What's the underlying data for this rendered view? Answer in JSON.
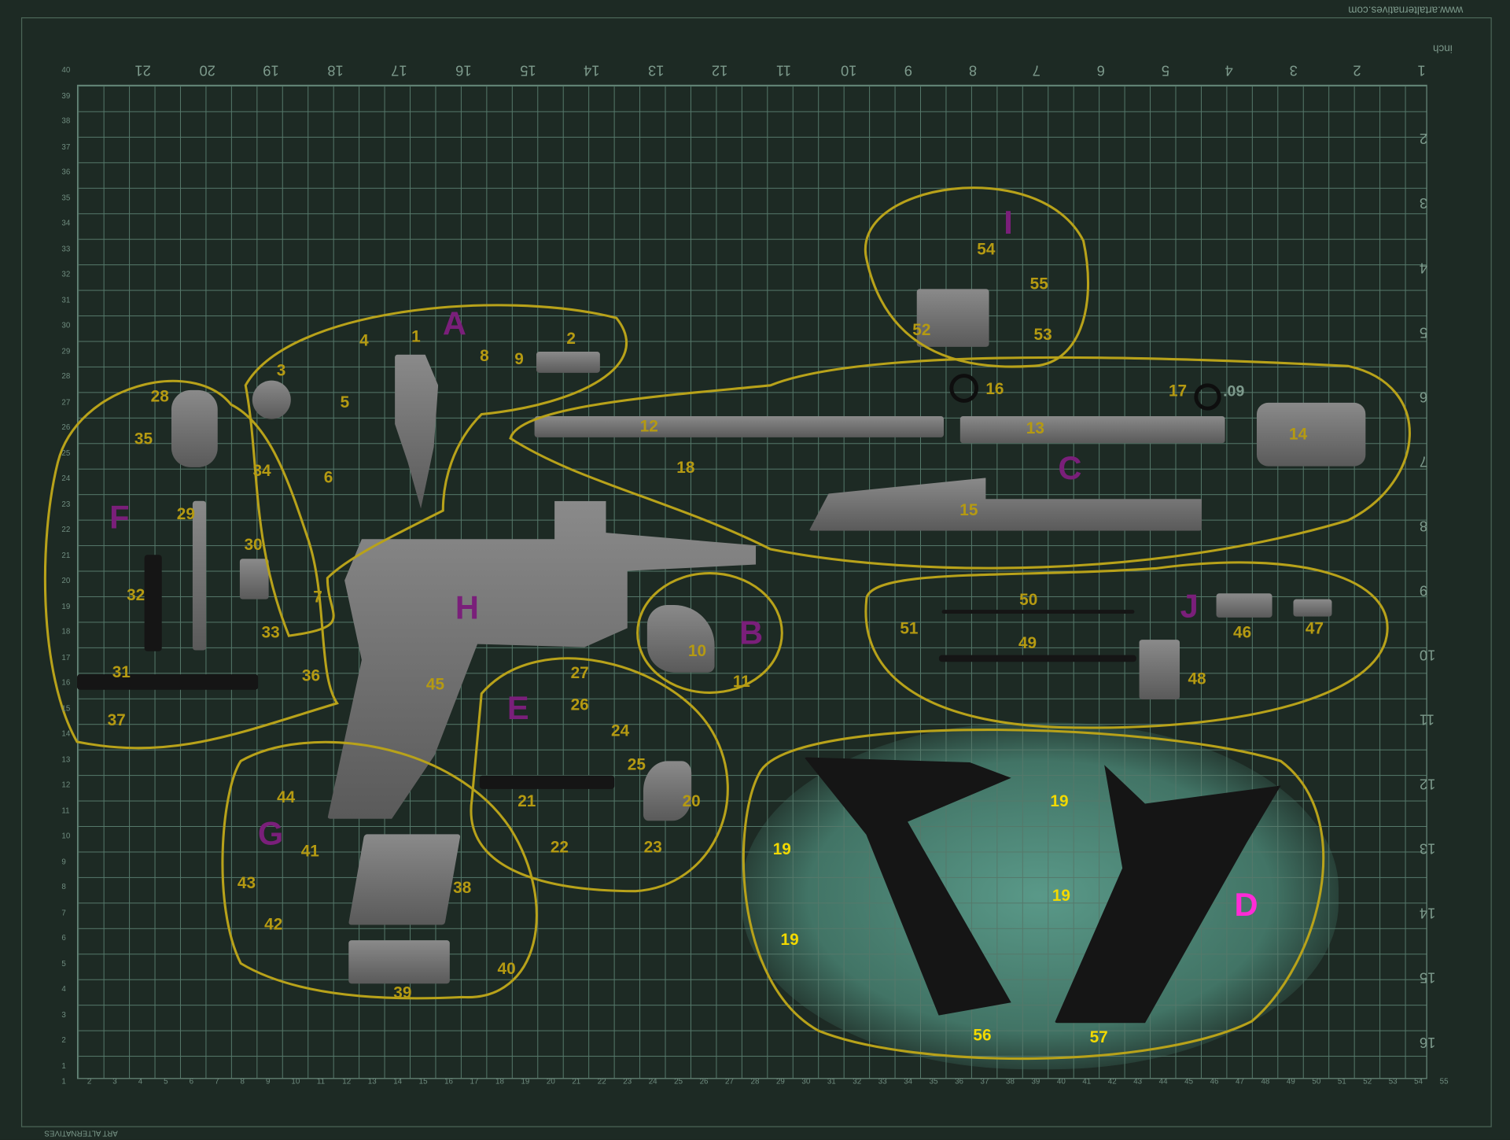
{
  "mat": {
    "website": "www.artalternatives.com",
    "brand": "ART ALTERNATIVES",
    "unit_label": "inch",
    "mark": ".09",
    "top_inches": [
      "1",
      "2",
      "3",
      "4",
      "5",
      "6",
      "7",
      "8",
      "9",
      "10",
      "11",
      "12",
      "13",
      "14",
      "15",
      "16",
      "17",
      "18",
      "19",
      "20",
      "21"
    ],
    "right_inches": [
      "2",
      "3",
      "4",
      "5",
      "6",
      "7",
      "8",
      "9",
      "10",
      "11",
      "12",
      "13",
      "14",
      "15",
      "16"
    ],
    "bottom_cm": [
      "1",
      "2",
      "3",
      "4",
      "5",
      "6",
      "7",
      "8",
      "9",
      "10",
      "11",
      "12",
      "13",
      "14",
      "15",
      "16",
      "17",
      "18",
      "19",
      "20",
      "21",
      "22",
      "23",
      "24",
      "25",
      "26",
      "27",
      "28",
      "29",
      "30",
      "31",
      "32",
      "33",
      "34",
      "35",
      "36",
      "37",
      "38",
      "39",
      "40",
      "41",
      "42",
      "43",
      "44",
      "45",
      "46",
      "47",
      "48",
      "49",
      "50",
      "51",
      "52",
      "53",
      "54",
      "55"
    ],
    "left_cm": [
      "40",
      "39",
      "38",
      "37",
      "36",
      "35",
      "34",
      "33",
      "32",
      "31",
      "30",
      "29",
      "28",
      "27",
      "26",
      "25",
      "24",
      "23",
      "22",
      "21",
      "20",
      "19",
      "18",
      "17",
      "16",
      "15",
      "14",
      "13",
      "12",
      "11",
      "10",
      "9",
      "8",
      "7",
      "6",
      "5",
      "4",
      "3",
      "2",
      "1"
    ]
  },
  "groups": [
    "A",
    "B",
    "C",
    "D",
    "E",
    "F",
    "G",
    "H",
    "I",
    "J"
  ],
  "parts": [
    "1",
    "2",
    "3",
    "4",
    "5",
    "6",
    "7",
    "8",
    "9",
    "10",
    "11",
    "12",
    "13",
    "14",
    "15",
    "16",
    "17",
    "18",
    "19",
    "19",
    "19",
    "19",
    "20",
    "21",
    "22",
    "23",
    "24",
    "25",
    "26",
    "27",
    "28",
    "29",
    "30",
    "31",
    "32",
    "33",
    "34",
    "35",
    "36",
    "37",
    "38",
    "39",
    "40",
    "41",
    "42",
    "43",
    "44",
    "45",
    "46",
    "47",
    "48",
    "49",
    "50",
    "51",
    "52",
    "53",
    "54",
    "55",
    "56",
    "57"
  ],
  "colors": {
    "mat": "#1d2a24",
    "grid": "#55786a",
    "outline": "#b8a21a",
    "label": "#b59a12",
    "highlight_label": "#f2d900",
    "group_letter": "#7a1f7a",
    "highlight_group": "#ff2bd6"
  }
}
